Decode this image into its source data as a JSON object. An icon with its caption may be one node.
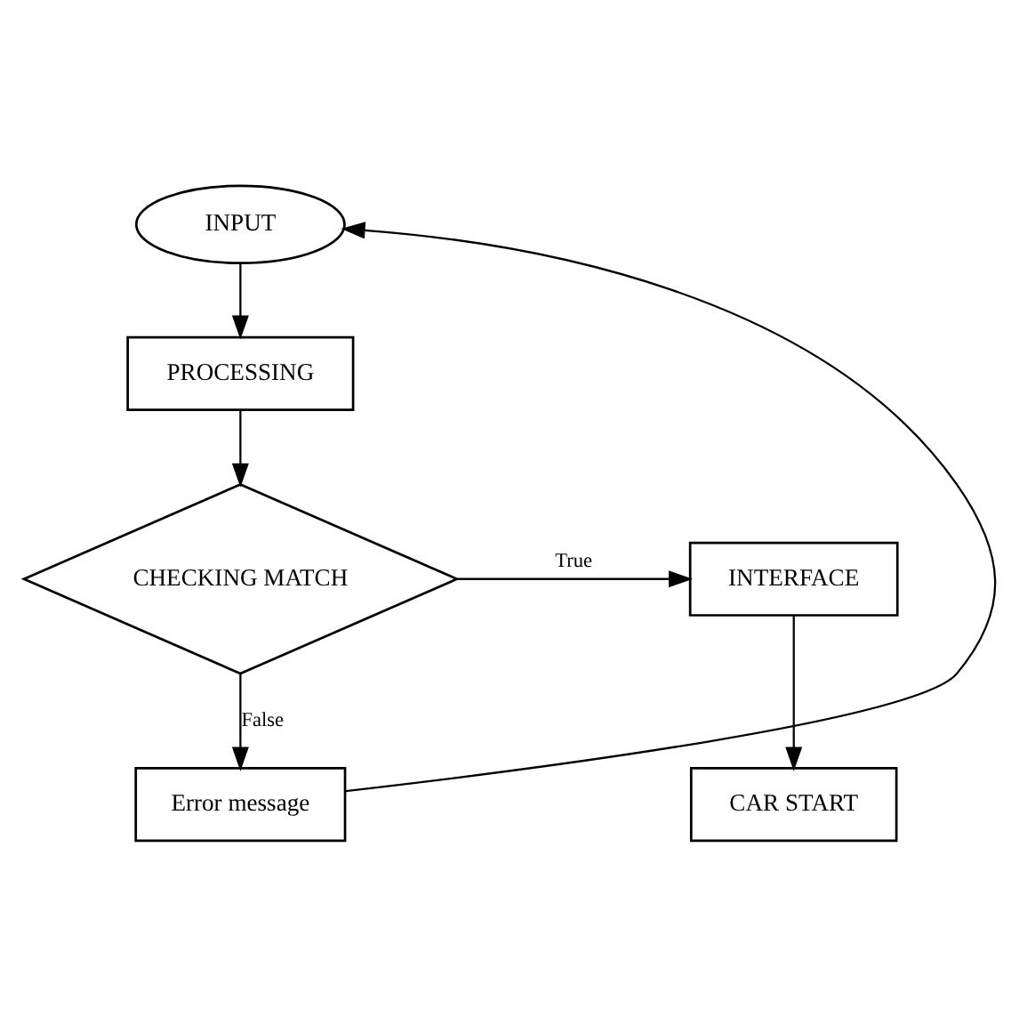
{
  "diagram": {
    "nodes": [
      {
        "text": [
          "INPUT"
        ]
      },
      {
        "text": [
          "PROCESSING"
        ]
      },
      {
        "text": [
          "CHECKING MATCH"
        ]
      },
      {
        "text": [
          "INTERFACE"
        ]
      },
      {
        "text": [
          "CAR START"
        ]
      },
      {
        "text": [
          "Error message"
        ]
      }
    ],
    "edges": [
      {
        "from": 0,
        "to": 1,
        "arrow": "to"
      },
      {
        "from": 1,
        "to": 2,
        "arrow": "to"
      },
      {
        "from": 2,
        "to": 3,
        "arrow": "to",
        "label": "True"
      },
      {
        "from": 3,
        "to": 4,
        "arrow": "to"
      },
      {
        "from": 2,
        "to": 5,
        "arrow": "to",
        "label": "False"
      },
      {
        "from": 5,
        "to": 0,
        "arrow": "to"
      }
    ]
  }
}
